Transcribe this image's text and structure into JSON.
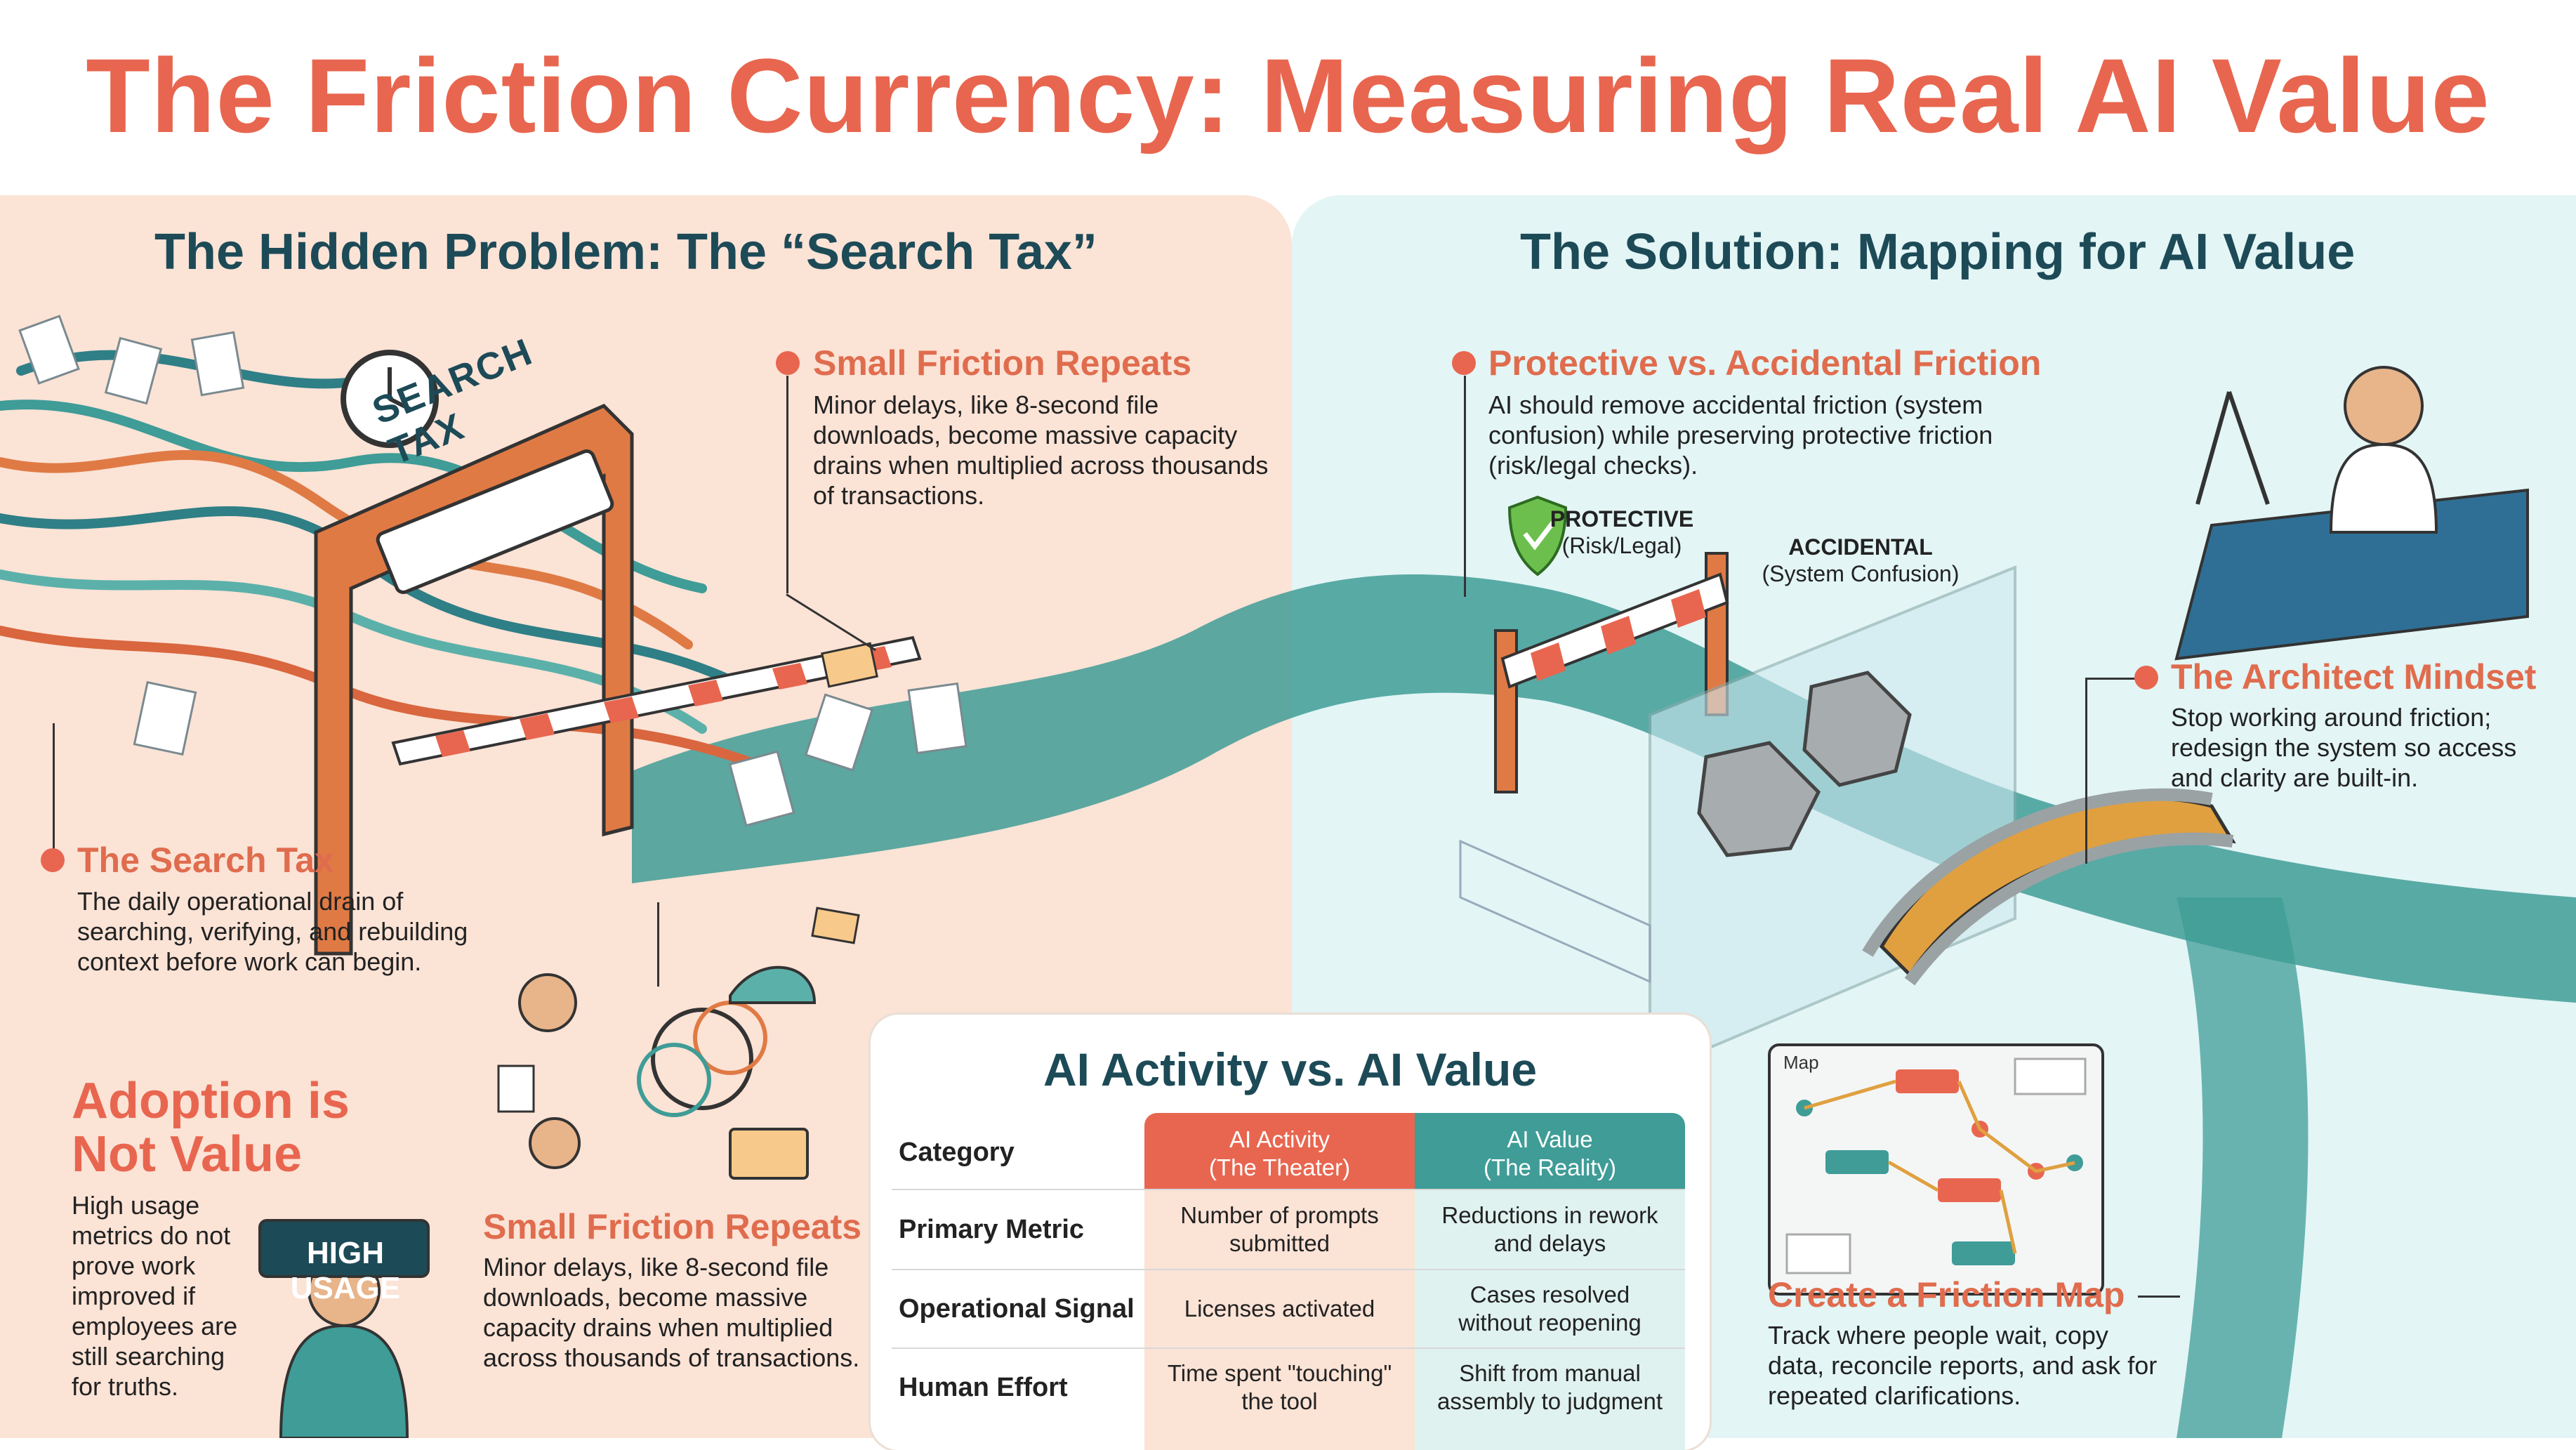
{
  "title": "The Friction Currency: Measuring Real AI Value",
  "left": {
    "heading": "The Hidden Problem: The “Search Tax”",
    "gate_sign": "SEARCH TAX",
    "callout_top": {
      "title": "Small Friction Repeats",
      "text": "Minor delays, like 8-second file downloads, become massive capacity drains when multiplied across thousands of transactions."
    },
    "callout_search_tax": {
      "title": "The Search Tax",
      "text": "The daily operational drain of searching, verifying, and rebuilding context before work can begin."
    },
    "adoption": {
      "title": "Adoption is Not Value",
      "text": "High usage metrics do not prove work improved if employees are still searching for truths.",
      "sign": "HIGH USAGE"
    },
    "callout_bottom": {
      "title": "Small Friction Repeats",
      "text": "Minor delays, like 8-second file downloads, become massive capacity drains when multiplied across thousands of transactions."
    }
  },
  "right": {
    "heading": "The Solution: Mapping for AI Value",
    "protective_callout": {
      "title": "Protective vs. Accidental Friction",
      "text": "AI should remove accidental friction (system confusion) while preserving protective friction (risk/legal checks)."
    },
    "protective_label": {
      "title": "PROTECTIVE",
      "sub": "(Risk/Legal)"
    },
    "accidental_label": {
      "title": "ACCIDENTAL",
      "sub": "(System Confusion)"
    },
    "architect": {
      "title": "The Architect Mindset",
      "text": "Stop working around friction; redesign the system so access and clarity are built-in."
    },
    "map_card_label": "Map",
    "friction_map": {
      "title": "Create a Friction Map",
      "text": "Track where people wait, copy data, reconcile reports, and ask for repeated clarifications."
    }
  },
  "table": {
    "title": "AI Activity vs. AI Value",
    "header": {
      "category": "Category",
      "activity": "AI Activity",
      "activity_sub": "(The Theater)",
      "value": "AI Value",
      "value_sub": "(The Reality)"
    },
    "rows": [
      {
        "category": "Primary Metric",
        "activity": "Number of prompts submitted",
        "value": "Reductions in rework and delays"
      },
      {
        "category": "Operational Signal",
        "activity": "Licenses activated",
        "value": "Cases resolved without reopening"
      },
      {
        "category": "Human Effort",
        "activity": "Time spent \"touching\" the tool",
        "value": "Shift from manual assembly to judgment"
      }
    ]
  },
  "colors": {
    "accent": "#e8664f",
    "heading": "#1d4a57",
    "teal": "#3f9c97",
    "left_bg": "#fbe3d6",
    "right_bg": "#e3f5f5",
    "activity_header": "#e8664f",
    "value_header": "#3f9c97"
  }
}
